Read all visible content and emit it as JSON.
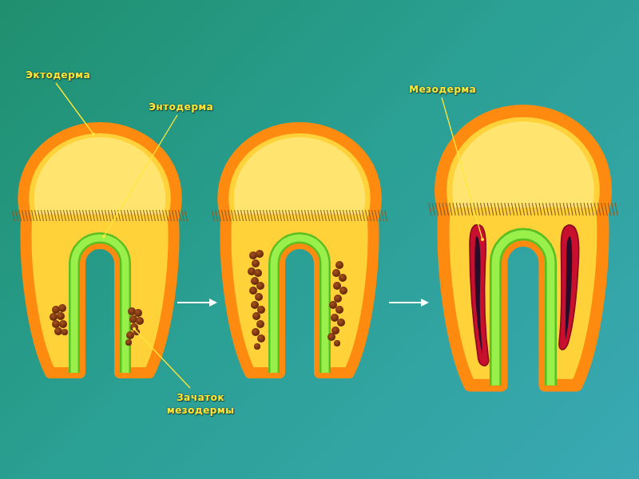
{
  "diagram": {
    "labels": [
      "Эктодерма",
      "Энтодерма",
      "Мезодерма",
      "Зачаток мезодермы"
    ]
  }
}
